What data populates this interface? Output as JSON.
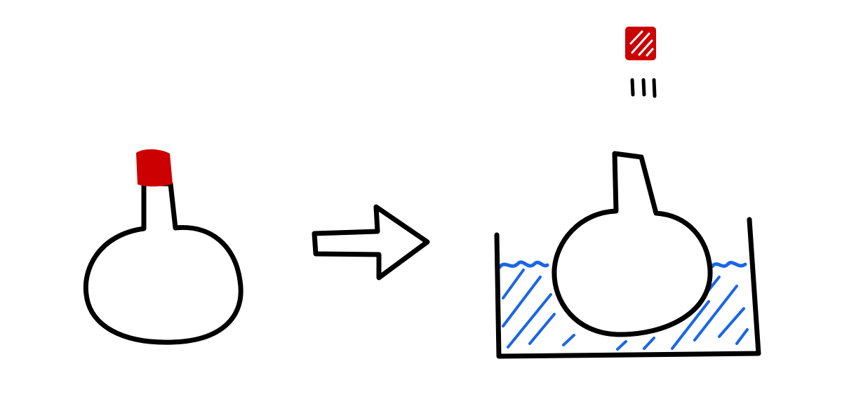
{
  "diagram": {
    "colors": {
      "ink": "#000000",
      "cap": "#cc0000",
      "water": "#1a66e6",
      "background": "#ffffff"
    },
    "panels": [
      {
        "id": "before",
        "content": [
          "flask",
          "red-stopper"
        ]
      },
      {
        "id": "transition",
        "content": [
          "arrow-right"
        ]
      },
      {
        "id": "after",
        "content": [
          "flask-open",
          "water-basin",
          "stopper-popped-off",
          "motion-lines"
        ]
      }
    ]
  }
}
